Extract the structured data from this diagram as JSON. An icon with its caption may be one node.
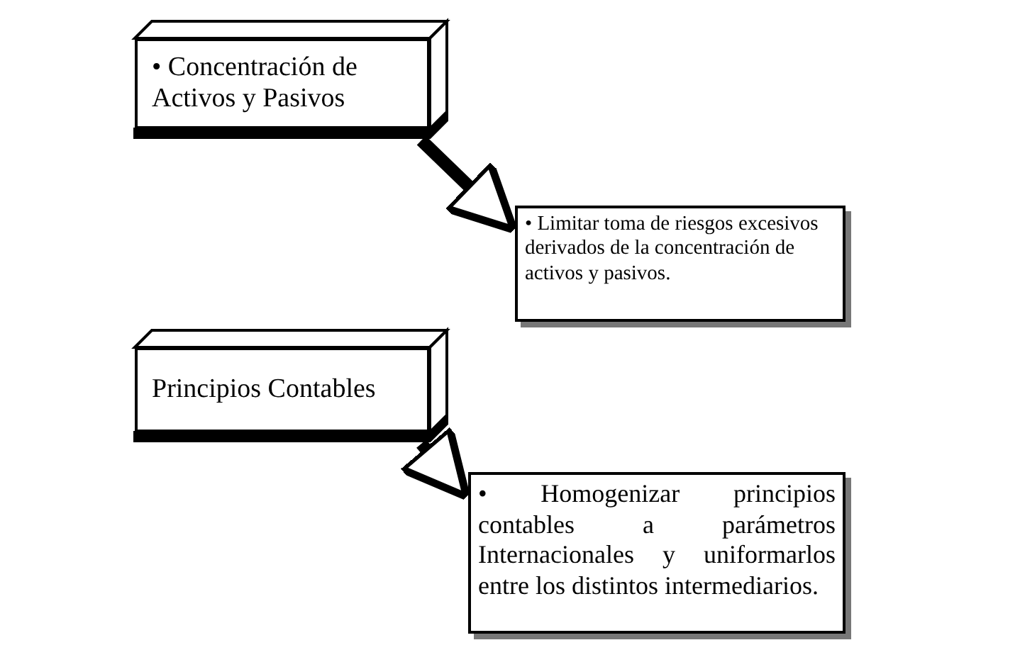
{
  "diagram": {
    "nodes": [
      {
        "text": [
          "• Concentración de Activos y Pasivos"
        ]
      },
      {
        "text": [
          "• Limitar toma de riesgos excesivos derivados de la concentración de activos y pasivos."
        ]
      },
      {
        "text": [
          "Principios Contables"
        ]
      },
      {
        "text": [
          "• Homogenizar principios contables a parámetros Internacionales y uniformarlos entre los distintos intermediarios."
        ]
      }
    ],
    "edges": [
      {
        "from": 0,
        "to": 1,
        "arrow": "to"
      },
      {
        "from": 2,
        "to": 3,
        "arrow": "to"
      }
    ]
  }
}
